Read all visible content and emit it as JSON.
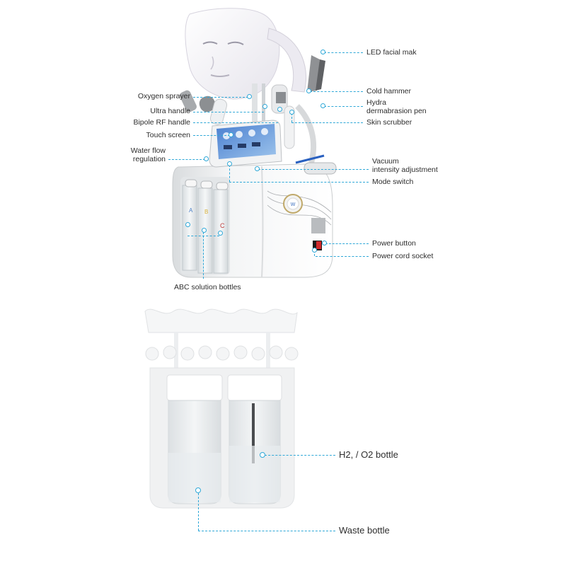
{
  "figure": {
    "title": "Hydrafacial machine component diagram",
    "accent_color": "#2fa8d8",
    "top_device": {
      "labels_left": [
        {
          "id": "oxygen-sprayer",
          "text": "Oxygen sprayer"
        },
        {
          "id": "ultra-handle",
          "text": "Ultra handle"
        },
        {
          "id": "bipole-rf-handle",
          "text": "Bipole RF handle"
        },
        {
          "id": "touch-screen",
          "text": "Touch screen"
        },
        {
          "id": "water-flow-regulation",
          "text": "Water flow\nregulation",
          "lines": [
            "Water flow",
            "regulation"
          ]
        }
      ],
      "labels_right": [
        {
          "id": "led-facial-mask",
          "text": "LED facial mak"
        },
        {
          "id": "cold-hammer",
          "text": "Cold hammer"
        },
        {
          "id": "hydra-dermabrasion-pen",
          "lines": [
            "Hydra",
            "dermabrasion pen"
          ]
        },
        {
          "id": "skin-scrubber",
          "text": "Skin scrubber"
        },
        {
          "id": "vacuum-intensity-adjustment",
          "lines": [
            "Vacuum",
            "intensity adjustment"
          ]
        },
        {
          "id": "mode-switch",
          "text": "Mode switch"
        },
        {
          "id": "power-button",
          "text": "Power button"
        },
        {
          "id": "power-cord-socket",
          "text": "Power cord socket"
        }
      ],
      "labels_bottom": [
        {
          "id": "abc-solution-bottles",
          "text": "ABC solution bottles"
        }
      ],
      "bottle_letters": [
        "A",
        "B",
        "C"
      ]
    },
    "bottom_device": {
      "labels": [
        {
          "id": "h2-o2-bottle",
          "text": "H2, / O2 bottle"
        },
        {
          "id": "waste-bottle",
          "text": "Waste bottle"
        }
      ]
    }
  }
}
